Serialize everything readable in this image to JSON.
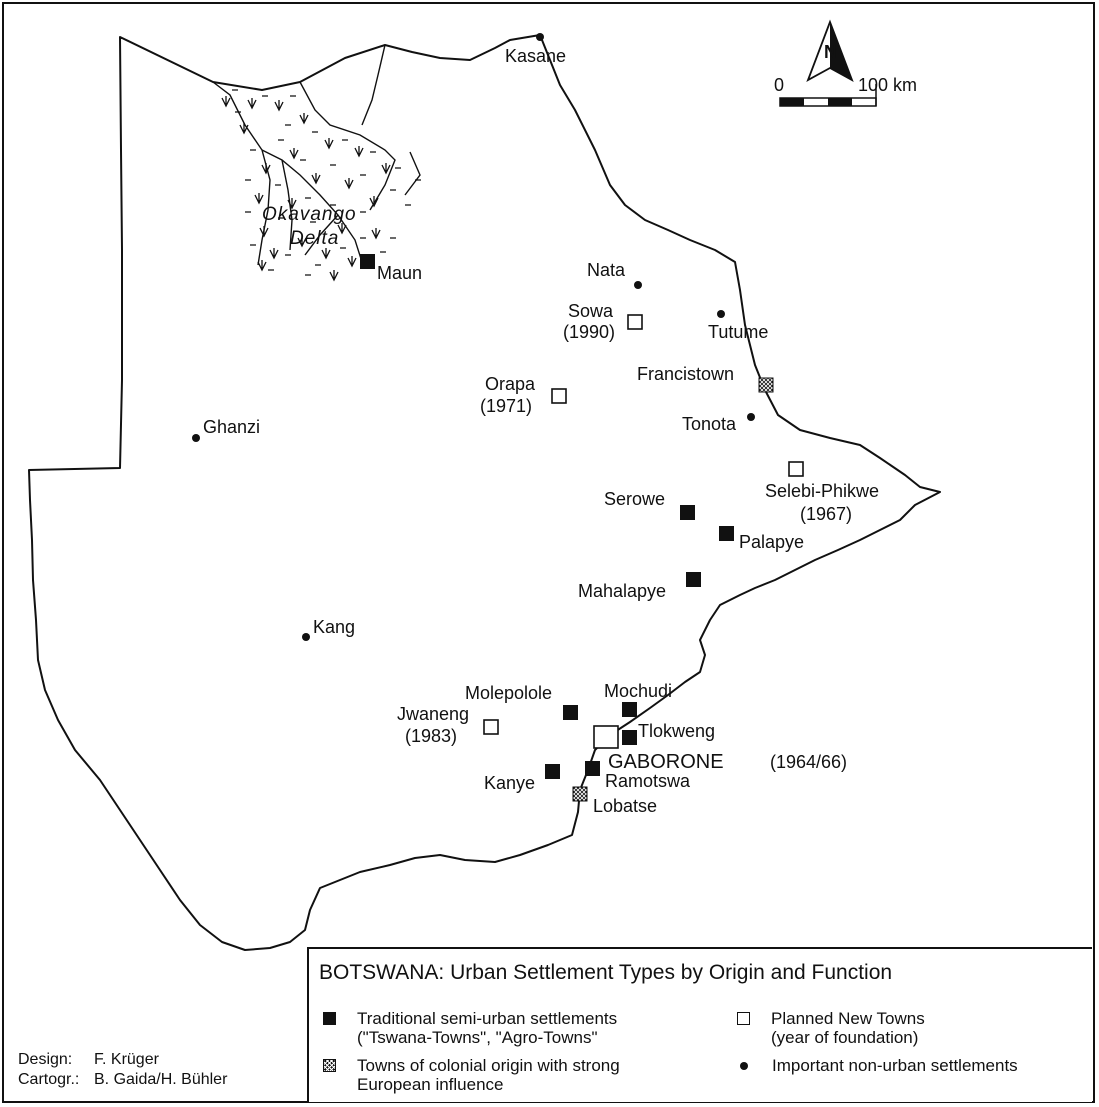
{
  "places": {
    "kasane": "Kasane",
    "maun": "Maun",
    "nata": "Nata",
    "sowa": "Sowa",
    "sowa_year": "(1990)",
    "tutume": "Tutume",
    "francistown": "Francistown",
    "orapa": "Orapa",
    "orapa_year": "(1971)",
    "tonota": "Tonota",
    "ghanzi": "Ghanzi",
    "selebi_phikwe": "Selebi-Phikwe",
    "selebi_phikwe_year": "(1967)",
    "serowe": "Serowe",
    "palapye": "Palapye",
    "mahalapye": "Mahalapye",
    "kang": "Kang",
    "molepolole": "Molepolole",
    "mochudi": "Mochudi",
    "jwaneng": "Jwaneng",
    "jwaneng_year": "(1983)",
    "tlokweng": "Tlokweng",
    "gaborone": "GABORONE",
    "gaborone_year": "(1964/66)",
    "kanye": "Kanye",
    "ramotswa": "Ramotswa",
    "lobatse": "Lobatse"
  },
  "delta": {
    "line1": "Okavango",
    "line2": "Delta"
  },
  "scale": {
    "start": "0",
    "end": "100 km"
  },
  "north": {
    "label": "N"
  },
  "legend": {
    "title": "BOTSWANA: Urban Settlement Types by Origin and Function",
    "traditional_line1": "Traditional semi-urban settlements",
    "traditional_line2": "(\"Tswana-Towns\", \"Agro-Towns\"",
    "colonial_line1": "Towns of colonial origin with strong",
    "colonial_line2": "European influence",
    "new_towns_line1": "Planned New Towns",
    "new_towns_line2": "(year of foundation)",
    "non_urban": "Important non-urban settlements"
  },
  "credits": {
    "design_key": "Design:",
    "design_val": "F. Krüger",
    "cartogr_key": "Cartogr.:",
    "cartogr_val": "B. Gaida/H. Bühler"
  }
}
